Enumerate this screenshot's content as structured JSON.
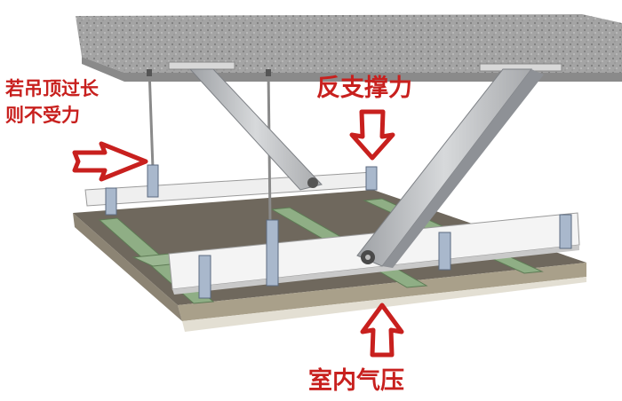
{
  "annotations": {
    "hanger_line1": "若吊顶过长",
    "hanger_line2": "则不受力",
    "brace": "反支撑力",
    "pressure": "室内气压"
  },
  "colors": {
    "arrow": "#c8201e",
    "concrete": "#9c9c9c",
    "board": "#6f685d",
    "keel": "#8fae85",
    "steel": "#b9bbbe"
  },
  "icons": [
    "up-arrow-icon",
    "down-arrow-icon",
    "right-arrow-icon"
  ]
}
